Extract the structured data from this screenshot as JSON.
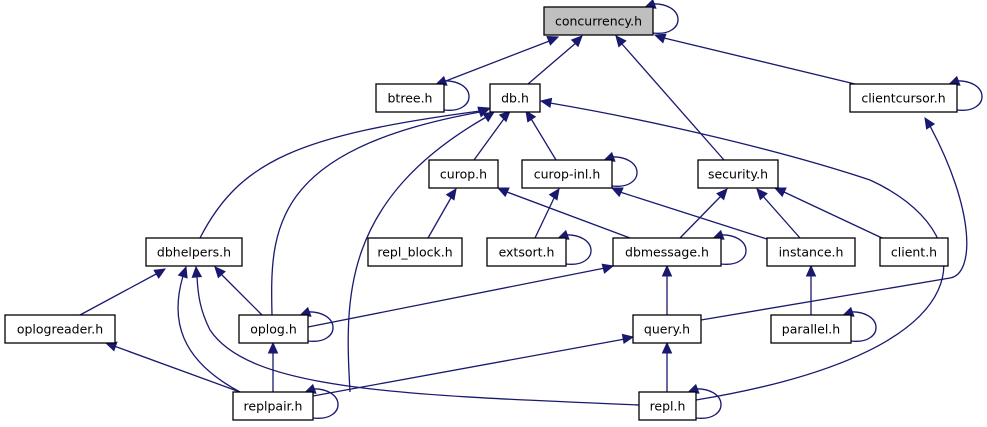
{
  "diagram": {
    "type": "include-dependency-graph",
    "colors": {
      "edge": "#191970",
      "root_fill": "#bfbfbf",
      "node_fill": "#ffffff",
      "node_border": "#000000"
    },
    "nodes": [
      {
        "id": "concurrency",
        "label": "concurrency.h",
        "root": true
      },
      {
        "id": "btree",
        "label": "btree.h"
      },
      {
        "id": "db",
        "label": "db.h"
      },
      {
        "id": "clientcursor",
        "label": "clientcursor.h"
      },
      {
        "id": "curop",
        "label": "curop.h"
      },
      {
        "id": "curop_inl",
        "label": "curop-inl.h"
      },
      {
        "id": "security",
        "label": "security.h"
      },
      {
        "id": "dbhelpers",
        "label": "dbhelpers.h"
      },
      {
        "id": "repl_block",
        "label": "repl_block.h"
      },
      {
        "id": "extsort",
        "label": "extsort.h"
      },
      {
        "id": "dbmessage",
        "label": "dbmessage.h"
      },
      {
        "id": "instance",
        "label": "instance.h"
      },
      {
        "id": "client",
        "label": "client.h"
      },
      {
        "id": "oplogreader",
        "label": "oplogreader.h"
      },
      {
        "id": "oplog",
        "label": "oplog.h"
      },
      {
        "id": "query",
        "label": "query.h"
      },
      {
        "id": "parallel",
        "label": "parallel.h"
      },
      {
        "id": "replpair",
        "label": "replpair.h"
      },
      {
        "id": "repl",
        "label": "repl.h"
      }
    ],
    "edges": [
      {
        "from": "concurrency",
        "to": "concurrency"
      },
      {
        "from": "btree",
        "to": "concurrency"
      },
      {
        "from": "btree",
        "to": "btree"
      },
      {
        "from": "db",
        "to": "concurrency"
      },
      {
        "from": "security",
        "to": "concurrency"
      },
      {
        "from": "clientcursor",
        "to": "concurrency"
      },
      {
        "from": "clientcursor",
        "to": "clientcursor"
      },
      {
        "from": "curop",
        "to": "db"
      },
      {
        "from": "curop_inl",
        "to": "db"
      },
      {
        "from": "curop_inl",
        "to": "curop_inl"
      },
      {
        "from": "dbhelpers",
        "to": "db"
      },
      {
        "from": "oplog",
        "to": "db"
      },
      {
        "from": "replpair",
        "to": "db"
      },
      {
        "from": "repl",
        "to": "db"
      },
      {
        "from": "repl_block",
        "to": "curop"
      },
      {
        "from": "dbmessage",
        "to": "curop"
      },
      {
        "from": "extsort",
        "to": "curop_inl"
      },
      {
        "from": "extsort",
        "to": "extsort"
      },
      {
        "from": "instance",
        "to": "curop_inl"
      },
      {
        "from": "dbmessage",
        "to": "security"
      },
      {
        "from": "instance",
        "to": "security"
      },
      {
        "from": "client",
        "to": "security"
      },
      {
        "from": "dbmessage",
        "to": "dbmessage"
      },
      {
        "from": "oplog",
        "to": "dbmessage"
      },
      {
        "from": "query",
        "to": "dbmessage"
      },
      {
        "from": "query",
        "to": "clientcursor"
      },
      {
        "from": "oplogreader",
        "to": "dbhelpers"
      },
      {
        "from": "oplog",
        "to": "dbhelpers"
      },
      {
        "from": "replpair",
        "to": "dbhelpers"
      },
      {
        "from": "repl",
        "to": "dbhelpers"
      },
      {
        "from": "oplog",
        "to": "oplog"
      },
      {
        "from": "replpair",
        "to": "oplog"
      },
      {
        "from": "replpair",
        "to": "oplogreader"
      },
      {
        "from": "replpair",
        "to": "query"
      },
      {
        "from": "replpair",
        "to": "replpair"
      },
      {
        "from": "repl",
        "to": "query"
      },
      {
        "from": "repl",
        "to": "repl"
      },
      {
        "from": "parallel",
        "to": "instance"
      },
      {
        "from": "parallel",
        "to": "parallel"
      }
    ]
  }
}
